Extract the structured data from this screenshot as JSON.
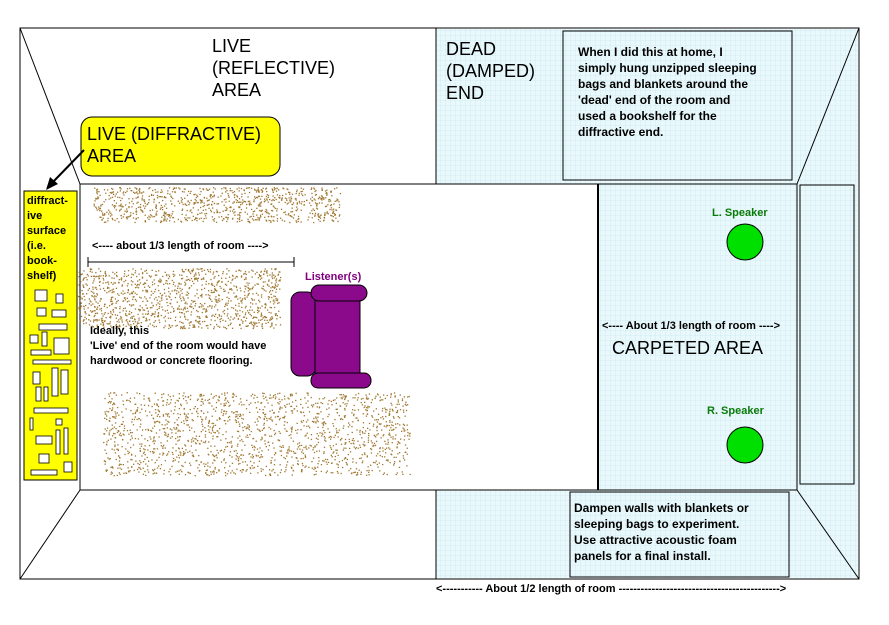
{
  "live_reflective_area": "LIVE\n(REFLECTIVE)\n      AREA",
  "dead_end": "DEAD\n(DAMPED)\nEND",
  "home_note": "When I did this at home, I\nsimply hung unzipped sleeping\nbags and blankets around the\n'dead' end of the room and\nused a bookshelf for the\ndiffractive end.",
  "live_diffractive_callout": "LIVE (DIFFRACTIVE)\nAREA",
  "diffractive_surface": "diffract-\nive\nsurface\n(i.e.\nbook-\nshelf)",
  "third_length_left": "<---- about 1/3 length of room ---->",
  "listener": "Listener(s)",
  "ideal_note": "Ideally, this\n   'Live' end of the room would have\nhardwood or concrete flooring.",
  "l_speaker": "L. Speaker",
  "r_speaker": "R. Speaker",
  "third_length_right": "<---- About 1/3 length of room ---->",
  "carpeted_area": "CARPETED AREA",
  "dampen_note": "Dampen walls with blankets or\nsleeping bags to experiment.\nUse attractive acoustic foam\npanels for a final install.",
  "half_length": "<----------- About 1/2 length of room -------------------------------------------->",
  "colors": {
    "dead_zone": "#e6f7fb",
    "callout": "#ffff00",
    "speaker": "#00e000",
    "sofa": "#8b0a8b",
    "scatter": "#a07830"
  },
  "icons": {
    "arrow": "arrow-icon",
    "sofa": "sofa-icon",
    "speaker": "speaker-icon"
  }
}
